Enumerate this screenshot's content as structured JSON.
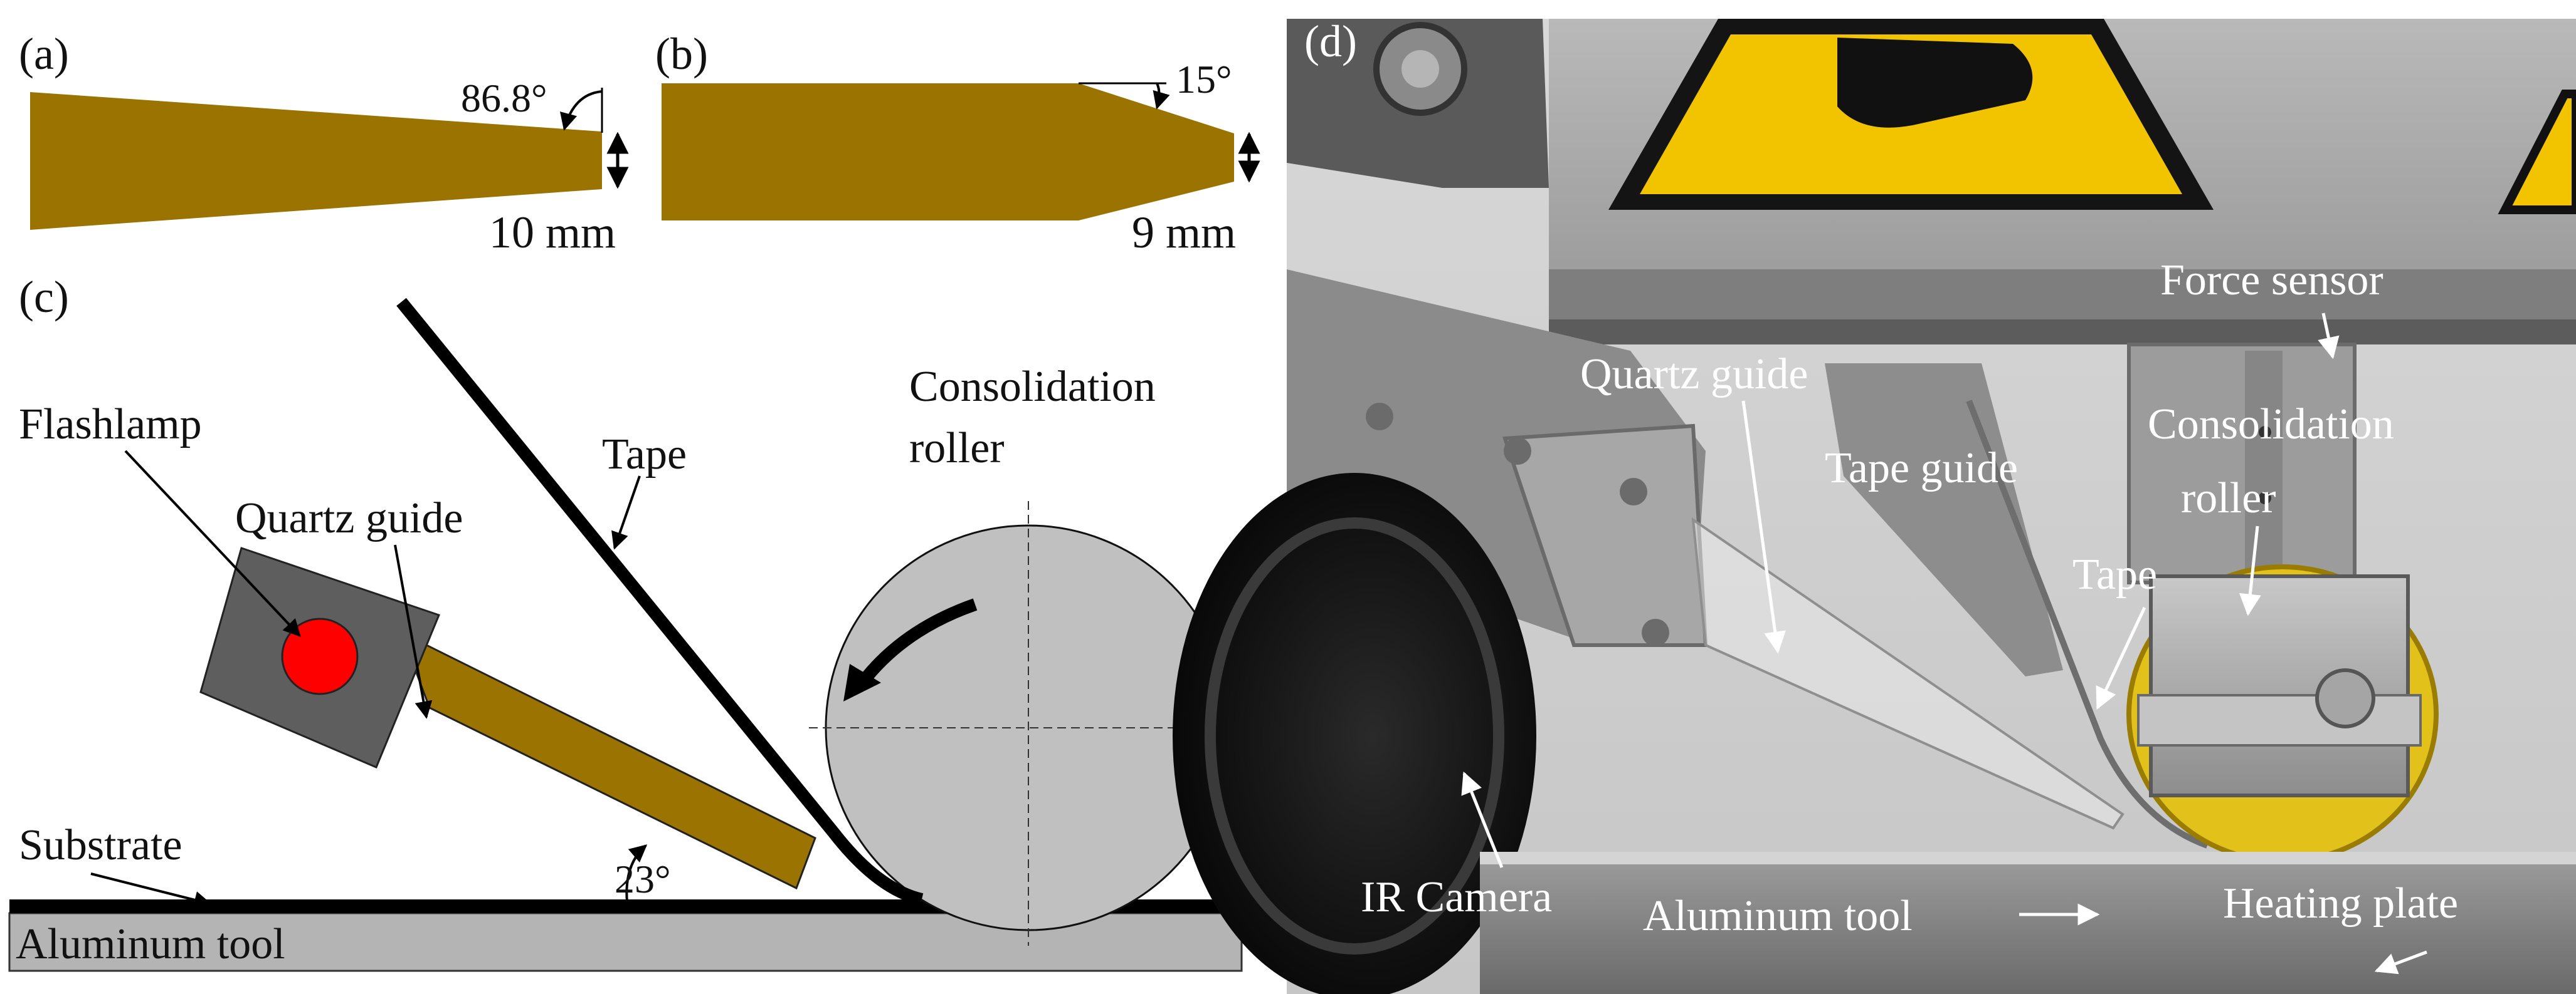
{
  "panels": {
    "a": {
      "label": "(a)",
      "angle": "86.8°",
      "width": "10 mm"
    },
    "b": {
      "label": "(b)",
      "angle": "15°",
      "width": "9 mm"
    },
    "c": {
      "label": "(c)",
      "flashlamp": "Flashlamp",
      "quartz_guide": "Quartz guide",
      "tape": "Tape",
      "consolidation_line1": "Consolidation",
      "consolidation_line2": "roller",
      "substrate": "Substrate",
      "angle": "23°",
      "aluminum_tool": "Aluminum tool"
    },
    "d": {
      "label": "(d)",
      "force_sensor": "Force sensor",
      "quartz_guide": "Quartz guide",
      "tape_guide": "Tape guide",
      "consolidation_line1": "Consolidation",
      "consolidation_line2": "roller",
      "tape": "Tape",
      "ir_camera": "IR Camera",
      "aluminum_tool": "Aluminum tool",
      "heating_plate": "Heating plate"
    }
  },
  "colors": {
    "quartz_guide": "#9a7300",
    "lamp_housing": "#5e5e5e",
    "lamp_core": "#ff0000",
    "roller": "#c0c0c0",
    "aluminum_tool": "#b4b4b4",
    "tape": "#000000"
  }
}
